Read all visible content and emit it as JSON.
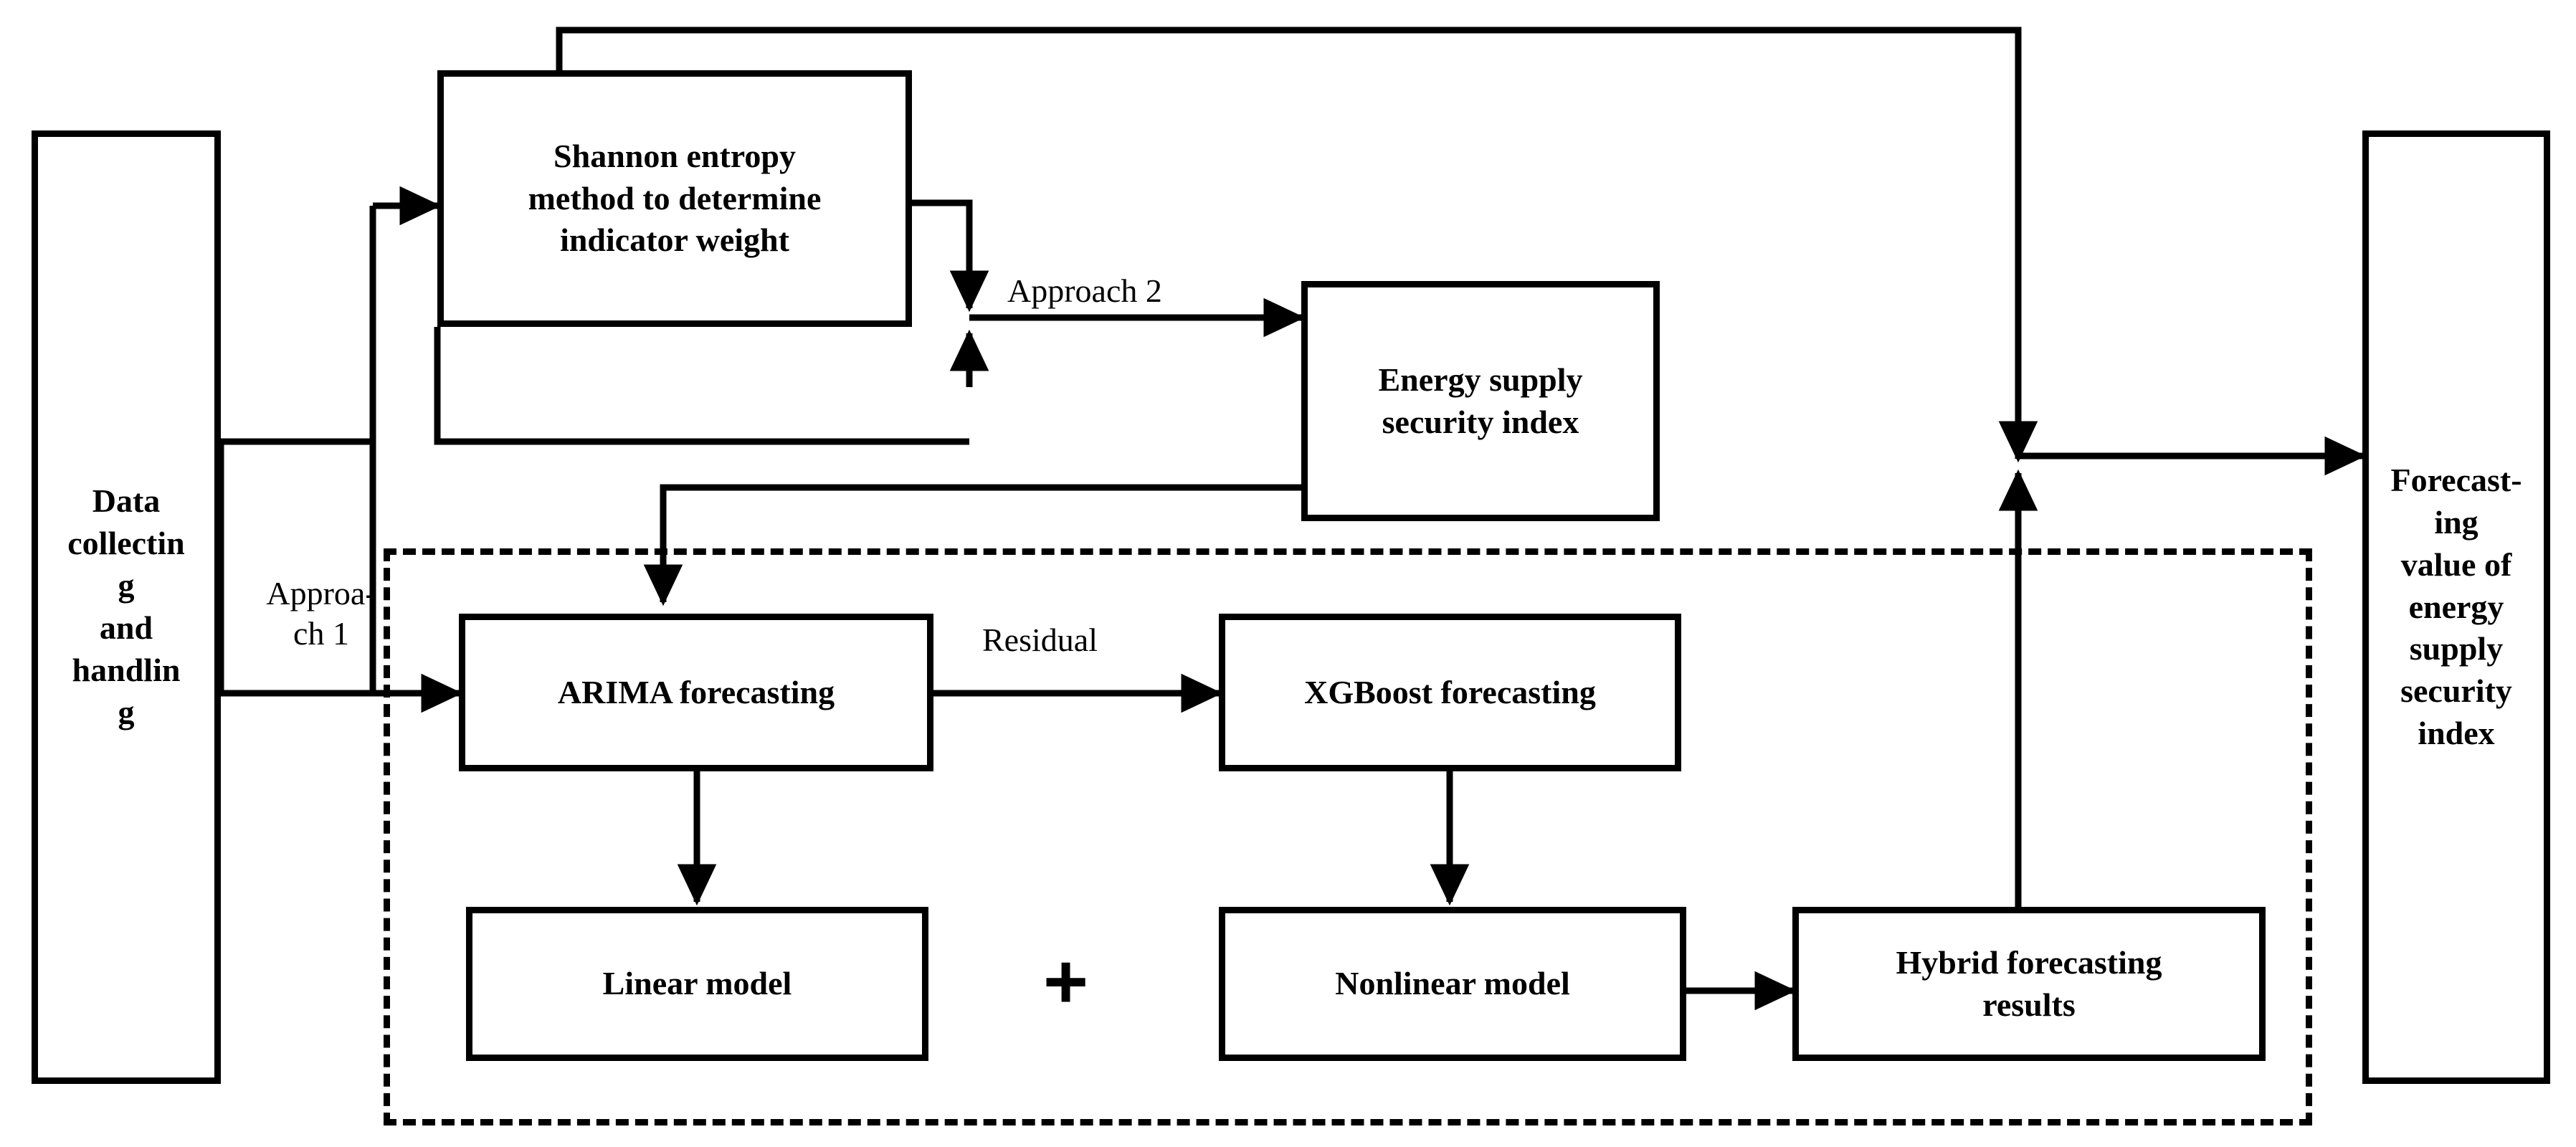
{
  "diagram": {
    "title": "Energy supply security index forecasting framework",
    "background_color": "#ffffff",
    "line_color": "#000000",
    "nodes": {
      "data_collection": {
        "label": "Data\ncollectin\ng\nand\nhandlin\ng"
      },
      "shannon_entropy": {
        "label": "Shannon entropy\nmethod to determine\nindicator weight"
      },
      "energy_supply_index": {
        "label": "Energy supply\nsecurity index"
      },
      "arima": {
        "label": "ARIMA forecasting"
      },
      "xgboost": {
        "label": "XGBoost forecasting"
      },
      "linear_model": {
        "label": "Linear model"
      },
      "nonlinear_model": {
        "label": "Nonlinear model"
      },
      "hybrid_results": {
        "label": "Hybrid  forecasting\nresults"
      },
      "forecast_value": {
        "label": "Forecast-\ning\nvalue of\nenergy\nsupply\nsecurity\nindex"
      }
    },
    "edge_labels": {
      "approach_1": "Approa-\nch 1",
      "approach_2": "Approach 2",
      "residual": "Residual",
      "plus": "+"
    }
  }
}
